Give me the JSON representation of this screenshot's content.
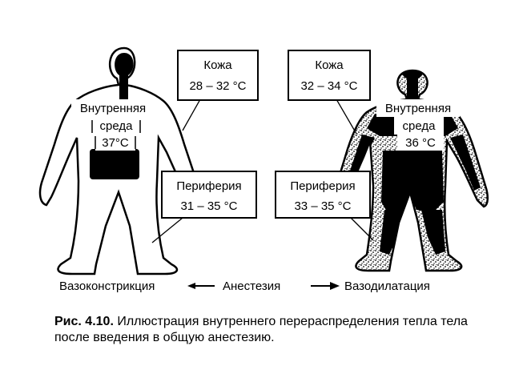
{
  "left_figure": {
    "skin_label": "Кожа",
    "skin_temp": "28 – 32 °C",
    "core_label_1": "Внутренняя",
    "core_label_2": "среда",
    "core_temp": "37°C",
    "periphery_label": "Периферия",
    "periphery_temp": "31 – 35 °C"
  },
  "right_figure": {
    "skin_label": "Кожа",
    "skin_temp": "32 – 34 °C",
    "core_label_1": "Внутренняя",
    "core_label_2": "среда",
    "core_temp": "36 °C",
    "periphery_label": "Периферия",
    "periphery_temp": "33 – 35 °C"
  },
  "process": {
    "left": "Вазоконстрикция",
    "middle": "Анестезия",
    "right": "Вазодилатация"
  },
  "caption": {
    "number": "Рис. 4.10.",
    "text": "Иллюстрация внутреннего перераспределения тепла тела после введения в общую анестезию."
  },
  "colors": {
    "ink": "#000000",
    "paper": "#ffffff"
  }
}
